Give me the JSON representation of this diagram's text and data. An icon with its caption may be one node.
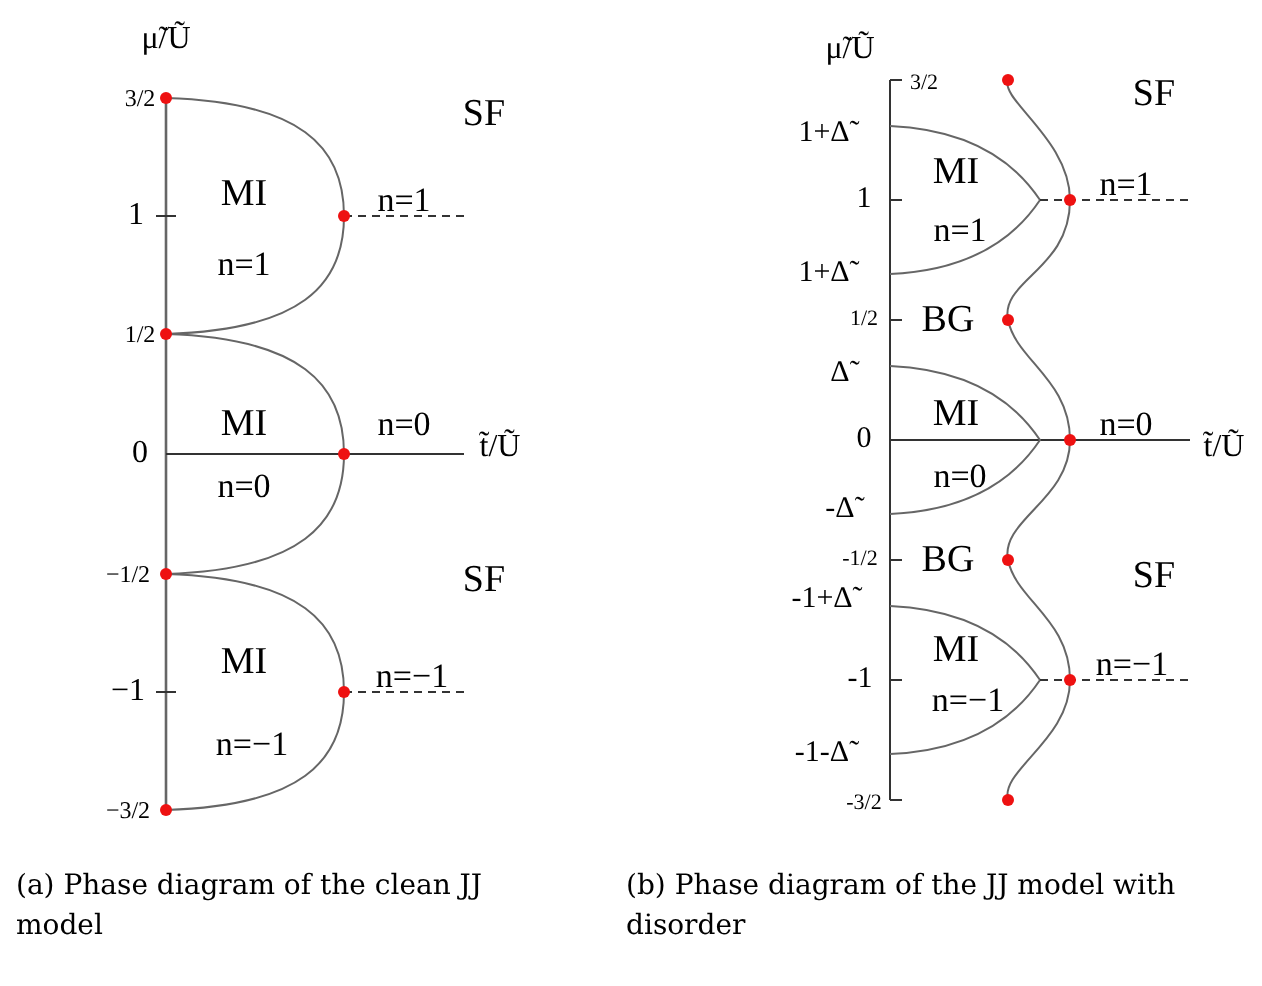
{
  "diagram": {
    "labels": [
      "μ̃/Ũ",
      "3/2",
      "SF",
      "MI",
      "1",
      "n=1",
      "n=1",
      "1/2",
      "MI",
      "0",
      "n=0",
      "t̃/Ũ",
      "n=0",
      "−1/2",
      "SF",
      "MI",
      "−1",
      "n=−1",
      "n=−1",
      "−3/2",
      "μ̃/Ũ",
      "3/2",
      "SF",
      "1+Δ̃",
      "MI",
      "1",
      "n=1",
      "n=1",
      "1+Δ̃",
      "1/2",
      "BG",
      "Δ̃",
      "MI",
      "0",
      "n=0",
      "t̃/Ũ",
      "n=0",
      "-Δ̃",
      "-1/2",
      "BG",
      "SF",
      "-1+Δ̃",
      "MI",
      "-1",
      "n=−1",
      "n=−1",
      "-1-Δ̃",
      "-3/2",
      "(a) Phase diagram of the clean JJ model",
      "(b) Phase diagram of the JJ model with disorder"
    ]
  }
}
